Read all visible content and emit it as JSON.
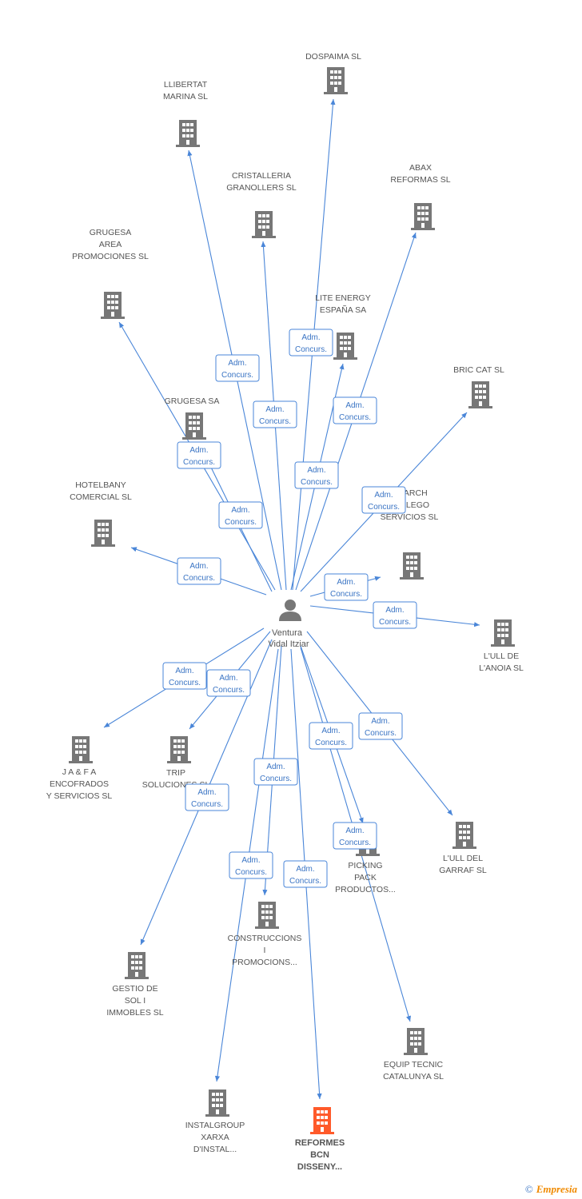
{
  "center": {
    "name_lines": [
      "Ventura",
      "Vidal Itziar"
    ],
    "icon": "person-icon"
  },
  "relation_label": [
    "Adm.",
    "Concurs."
  ],
  "colors": {
    "edge": "#4a86d8",
    "node": "#777777",
    "highlight": "#ff5a2a"
  },
  "nodes": [
    {
      "id": "dospaima",
      "label": [
        "DOSPAIMA SL"
      ],
      "highlight": false
    },
    {
      "id": "llibertat",
      "label": [
        "LLIBERTAT",
        "MARINA SL"
      ],
      "highlight": false
    },
    {
      "id": "cristalleria",
      "label": [
        "CRISTALLERIA",
        "GRANOLLERS SL"
      ],
      "highlight": false
    },
    {
      "id": "abax",
      "label": [
        "ABAX",
        "REFORMAS SL"
      ],
      "highlight": false
    },
    {
      "id": "grugesa-area",
      "label": [
        "GRUGESA",
        "AREA",
        "PROMOCIONES SL"
      ],
      "highlight": false
    },
    {
      "id": "lite",
      "label": [
        "LITE ENERGY",
        "ESPAÑA SA"
      ],
      "highlight": false
    },
    {
      "id": "bric",
      "label": [
        "BRIC CAT SL"
      ],
      "highlight": false
    },
    {
      "id": "grugesa",
      "label": [
        "GRUGESA SA"
      ],
      "highlight": false
    },
    {
      "id": "hotelbany",
      "label": [
        "HOTELBANY",
        "COMERCIAL SL"
      ],
      "highlight": false
    },
    {
      "id": "pitarch",
      "label": [
        "PITARCH",
        "GALLEGO",
        "SERVICIOS SL"
      ],
      "highlight": false
    },
    {
      "id": "anoia",
      "label": [
        "L'ULL DE",
        "L'ANOIA SL"
      ],
      "highlight": false
    },
    {
      "id": "jfa",
      "label": [
        "J A & F A",
        "ENCOFRADOS",
        "Y SERVICIOS SL"
      ],
      "highlight": false
    },
    {
      "id": "trip",
      "label": [
        "TRIP",
        "SOLUCIONES SL"
      ],
      "highlight": false
    },
    {
      "id": "garraf",
      "label": [
        "L'ULL DEL",
        "GARRAF SL"
      ],
      "highlight": false
    },
    {
      "id": "picking",
      "label": [
        "PICKING",
        "PACK",
        "PRODUCTOS..."
      ],
      "highlight": false
    },
    {
      "id": "construccions",
      "label": [
        "CONSTRUCCIONS",
        "I",
        "PROMOCIONS..."
      ],
      "highlight": false
    },
    {
      "id": "gestio",
      "label": [
        "GESTIO DE",
        "SOL I",
        "IMMOBLES SL"
      ],
      "highlight": false
    },
    {
      "id": "equip",
      "label": [
        "EQUIP TECNIC",
        "CATALUNYA SL"
      ],
      "highlight": false
    },
    {
      "id": "instalgroup",
      "label": [
        "INSTALGROUP",
        "XARXA",
        "D'INSTAL..."
      ],
      "highlight": false
    },
    {
      "id": "reformes",
      "label": [
        "REFORMES",
        "BCN",
        "DISSENY..."
      ],
      "highlight": true
    }
  ],
  "brand": {
    "copyright": "©",
    "name": "Empresia"
  }
}
